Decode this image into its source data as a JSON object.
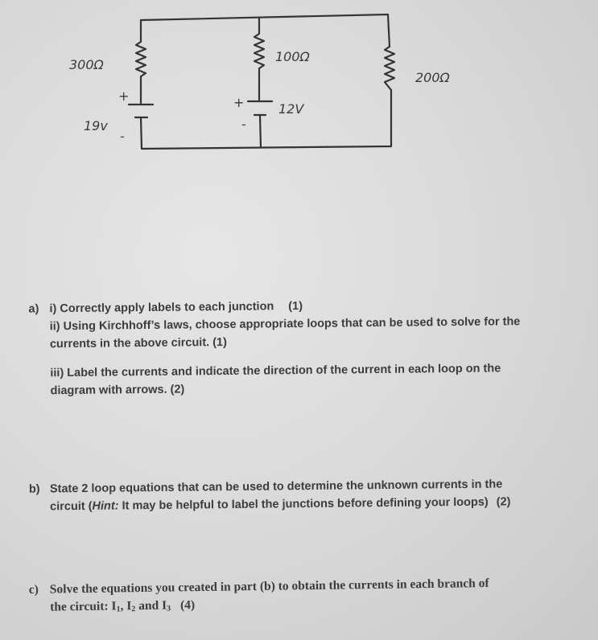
{
  "circuit": {
    "r_left": "300Ω",
    "r_mid": "100Ω",
    "r_right": "200Ω",
    "v_left": "19v",
    "v_mid": "12V",
    "plus": "+",
    "minus": "-"
  },
  "question_a": {
    "letter": "a)",
    "i_text": "i) Correctly apply labels to each junction",
    "i_marks": "(1)",
    "ii_line1": "ii) Using Kirchhoff’s laws, choose appropriate loops that can be used to solve for the",
    "ii_line2": "currents in the above circuit. (1)",
    "iii_line1": "iii) Label the currents and indicate the direction of the current in each loop on the",
    "iii_line2": "diagram with arrows. (2)"
  },
  "question_b": {
    "letter": "b)",
    "line1": "State 2 loop equations that can be used  to determine the unknown currents in the",
    "line2_pre": "circuit (",
    "hint": "Hint:",
    "line2_post": " It may be helpful to label the junctions before defining your loops)",
    "marks": "(2)"
  },
  "question_c": {
    "letter": "c)",
    "line1": "Solve the equations you created in part (b) to obtain the currents in each branch of",
    "line2_pre": "the circuit: I",
    "sub1": "1",
    "sep1": ", I",
    "sub2": "2",
    "sep2": " and I",
    "sub3": "3",
    "marks": "(4)"
  }
}
